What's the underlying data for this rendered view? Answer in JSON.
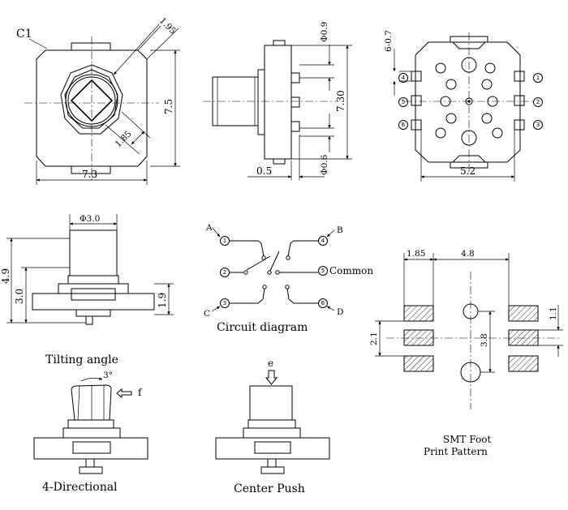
{
  "views": {
    "top_view": {
      "chamfer_label": "C1",
      "dim_chamfer": "1.95",
      "dim_height": "7.5",
      "dim_width": "7.3",
      "dim_knob": "1.85"
    },
    "side_view": {
      "dim_hole_top": "Φ0.9",
      "dim_total": "7.30",
      "dim_hole_bottom": "Φ0.6",
      "dim_base": "0.5"
    },
    "bottom_view": {
      "dim_pitch": "6-0.7",
      "dim_width": "5.2",
      "pins_left": [
        "4",
        "5",
        "6"
      ],
      "pins_right": [
        "1",
        "2",
        "3"
      ]
    },
    "front_view": {
      "dim_knob_dia": "Φ3.0",
      "dim_total": "4.9",
      "dim_knob": "3.0",
      "dim_body": "1.9"
    }
  },
  "circuit": {
    "title": "Circuit diagram",
    "common_label": "Common",
    "terminals": [
      "A",
      "B",
      "C",
      "D"
    ],
    "pins": [
      "1",
      "2",
      "3",
      "4",
      "5",
      "6"
    ]
  },
  "footprint": {
    "title_line1": "SMT Foot",
    "title_line2": "Print Pattern",
    "dim_pad": "1.85",
    "dim_span": "4.8",
    "dim_pad_h": "1.1",
    "dim_pitch": "2.1",
    "dim_center": "3.8"
  },
  "operation": {
    "tilting_title": "Tilting angle",
    "angle": "3°",
    "force_f": "f",
    "force_e": "e",
    "four_dir_label": "4-Directional",
    "center_push_label": "Center Push"
  }
}
